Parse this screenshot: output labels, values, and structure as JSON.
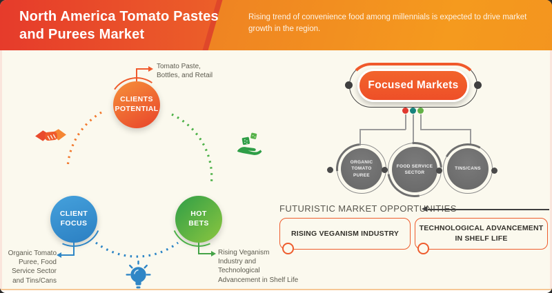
{
  "header": {
    "title": "North America Tomato Pastes and Purees Market",
    "subtitle": "Rising trend of convenience food among millennials is expected to drive market growth in the region.",
    "colors": {
      "gradient_left": "#e63b2b",
      "gradient_right": "#f59a1e"
    }
  },
  "cycle": {
    "nodes": [
      {
        "label": "CLIENTS\nPOTENTIAL",
        "annotation": "Tomato Paste,\nBottles, and Retail",
        "color": "#ee5a2b"
      },
      {
        "label": "CLIENT\nFOCUS",
        "annotation": "Organic Tomato\nPuree, Food\nService Sector\nand Tins/Cans",
        "color": "#2e86c6"
      },
      {
        "label": "HOT\nBETS",
        "annotation": "Rising Veganism\nIndustry and\nTechnological\nAdvancement in Shelf Life",
        "color": "#45a347"
      }
    ],
    "icons": [
      "handshake-icon",
      "money-hand-icon",
      "lightbulb-icon"
    ],
    "arc_colors": {
      "orange": "#f2792e",
      "green": "#4db148",
      "blue": "#2e86c6"
    }
  },
  "focused": {
    "title": "Focused Markets",
    "pill_color": "#f0592b",
    "dot_colors": [
      "#e0392f",
      "#17837d",
      "#62b146"
    ],
    "circle_color": "#6e6e6e",
    "items": [
      {
        "label": "ORGANIC TOMATO\nPUREE"
      },
      {
        "label": "FOOD SERVICE\nSECTOR"
      },
      {
        "label": "TINS/CANS"
      }
    ]
  },
  "opportunities": {
    "title": "FUTURISTIC MARKET OPPORTUNITIES",
    "border_color": "#ee5b2c",
    "items": [
      {
        "label": "RISING VEGANISM INDUSTRY"
      },
      {
        "label": "TECHNOLOGICAL ADVANCEMENT\nIN SHELF LIFE"
      }
    ]
  }
}
